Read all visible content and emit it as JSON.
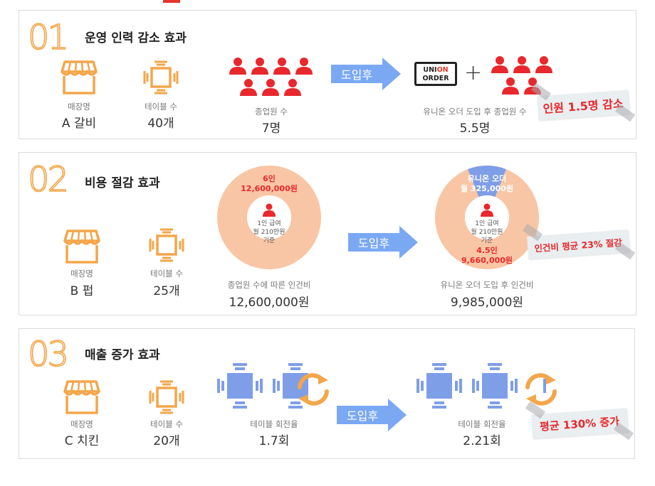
{
  "colors": {
    "orange": "#f3a64a",
    "red": "#e8282c",
    "peach": "#f8c6a5",
    "arrow_blue": "#7aa8f3",
    "table_blue": "#7f9ee8",
    "badge_bg": "#e9eef0"
  },
  "icons": {
    "store": "store-icon",
    "table": "table-icon",
    "person": "person-icon",
    "arrow": "right-arrow-icon",
    "rotate": "rotate-icon"
  },
  "sections": [
    {
      "number": "01",
      "title": "운영 인력 감소 효과",
      "store_caption": "매장명",
      "store_value": "A 갈비",
      "table_caption": "테이블 수",
      "table_value": "40개",
      "before_caption": "종업원 수",
      "before_value": "7명",
      "arrow_label": "도입후",
      "union_line1_a": "UNI",
      "union_line1_b": "ON",
      "union_line2": "ORDER",
      "plus": "+",
      "after_caption": "유니온 오더 도입 후 종업원 수",
      "after_value": "5.5명",
      "badge": "인원 1.5명 감소"
    },
    {
      "number": "02",
      "title": "비용 절감 효과",
      "store_caption": "매장명",
      "store_value": "B 펍",
      "table_caption": "테이블 수",
      "table_value": "25개",
      "before_donut_top_1": "6인",
      "before_donut_top_2": "12,600,000원",
      "donut_center_1": "1인 급여",
      "donut_center_2": "월 210만원",
      "donut_center_3": "기준",
      "before_caption": "종업원 수에 따른 인건비",
      "before_value": "12,600,000원",
      "arrow_label": "도입후",
      "after_donut_top_1": "유니온 오더",
      "after_donut_top_2": "월 325,000원",
      "after_donut_bottom_1": "4.5인",
      "after_donut_bottom_2": "9,660,000원",
      "after_caption": "유니온 오더 도입 후 인건비",
      "after_value": "9,985,000원",
      "badge": "인건비 평균 23% 절감",
      "before_share_union": 0,
      "after_share_union": 0.12
    },
    {
      "number": "03",
      "title": "매출 증가 효과",
      "store_caption": "매장명",
      "store_value": "C 치킨",
      "table_caption": "테이블 수",
      "table_value": "20개",
      "before_caption": "테이블 회전율",
      "before_value": "1.7회",
      "arrow_label": "도입후",
      "after_caption": "테이블 회전율",
      "after_value": "2.21회",
      "badge": "평균 130% 증가"
    }
  ]
}
